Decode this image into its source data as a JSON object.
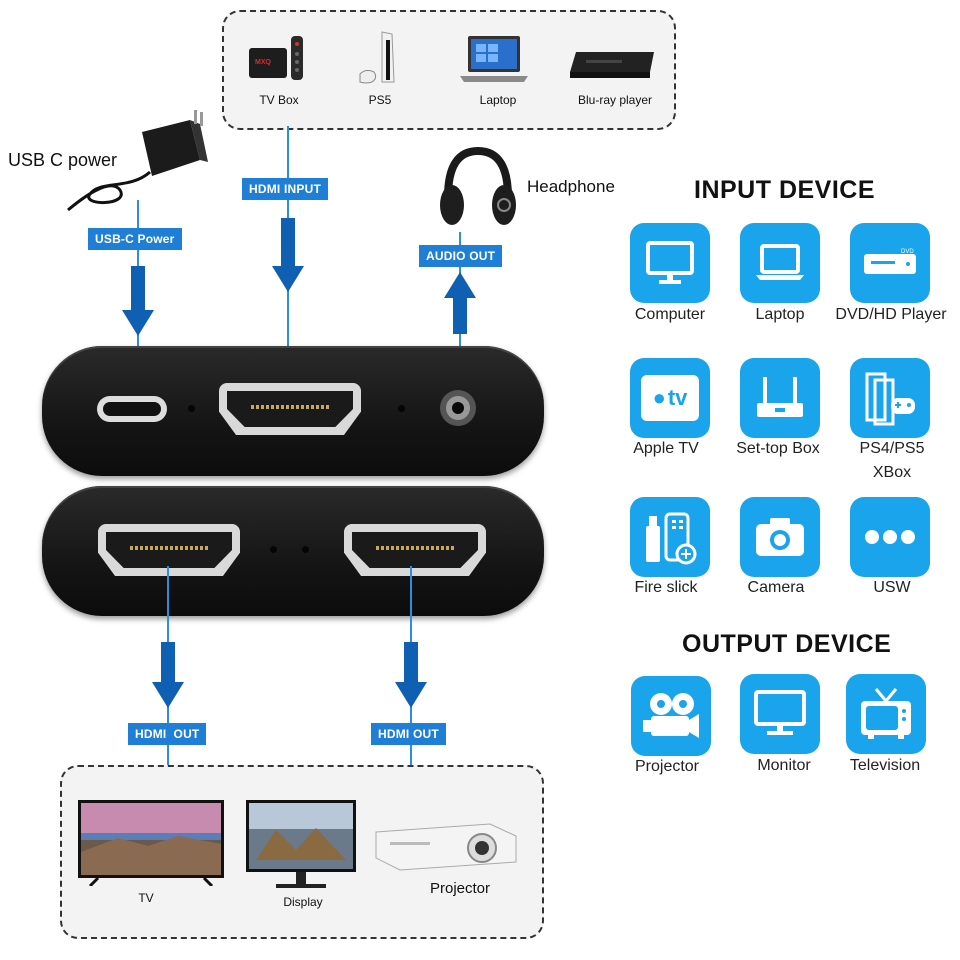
{
  "top_sources": [
    {
      "label": "TV Box",
      "icon": "tv-box-icon"
    },
    {
      "label": "PS5",
      "icon": "ps5-icon"
    },
    {
      "label": "Laptop",
      "icon": "laptop-icon"
    },
    {
      "label": "Blu-ray player",
      "icon": "bluray-player-icon"
    }
  ],
  "callouts": {
    "usb_c_power_title": "USB C power",
    "headphone_title": "Headphone"
  },
  "tags": {
    "hdmi_input": "HDMI INPUT",
    "usb_c_power": "USB-C Power",
    "audio_out": "AUDIO OUT",
    "hdmi_out_left": "HDMI  OUT",
    "hdmi_out_right": "HDMI OUT"
  },
  "input_section": {
    "title": "INPUT DEVICE",
    "tiles": [
      {
        "label": "Computer",
        "icon": "computer-icon"
      },
      {
        "label": "Laptop",
        "icon": "laptop-icon"
      },
      {
        "label": "DVD/HD Player",
        "icon": "dvd-player-icon",
        "badge": "DVD"
      },
      {
        "label": "Apple TV",
        "icon": "apple-tv-icon",
        "badge": "tv"
      },
      {
        "label": "Set-top Box",
        "icon": "set-top-box-icon"
      },
      {
        "label": "PS4/PS5",
        "label2": "XBox",
        "icon": "game-console-icon"
      },
      {
        "label": "Fire slick",
        "icon": "fire-stick-icon"
      },
      {
        "label": "Camera",
        "icon": "camera-icon"
      },
      {
        "label": "USW",
        "icon": "more-icon"
      }
    ]
  },
  "output_section": {
    "title": "OUTPUT DEVICE",
    "tiles": [
      {
        "label": "Projector",
        "icon": "projector-icon"
      },
      {
        "label": "Monitor",
        "icon": "monitor-icon"
      },
      {
        "label": "Television",
        "icon": "television-icon"
      }
    ]
  },
  "bottom_outputs": [
    {
      "label": "TV",
      "icon": "tv-icon"
    },
    {
      "label": "Display",
      "icon": "display-icon"
    },
    {
      "label": "Projector",
      "icon": "projector-icon"
    }
  ],
  "colors": {
    "tile_blue": "#1aa4ec",
    "tag_blue": "#1f7fd6",
    "arrow_blue": "#0f5fb3"
  }
}
